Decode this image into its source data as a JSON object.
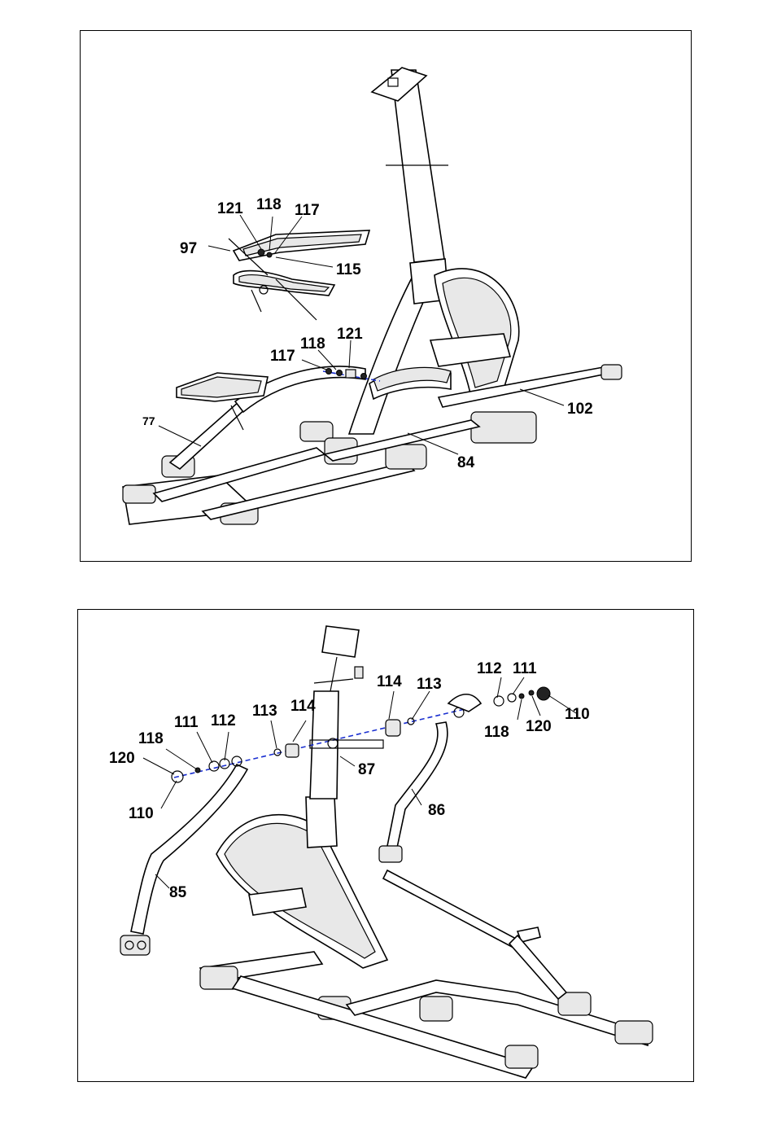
{
  "figures": [
    {
      "id": "top",
      "labels": [
        "121",
        "118",
        "117",
        "97",
        "115",
        "117",
        "118",
        "121",
        "77",
        "102",
        "84"
      ]
    },
    {
      "id": "bottom",
      "labels": [
        "112",
        "111",
        "114",
        "113",
        "110",
        "118",
        "120",
        "111",
        "112",
        "113",
        "114",
        "118",
        "120",
        "110",
        "87",
        "86",
        "85"
      ]
    }
  ]
}
